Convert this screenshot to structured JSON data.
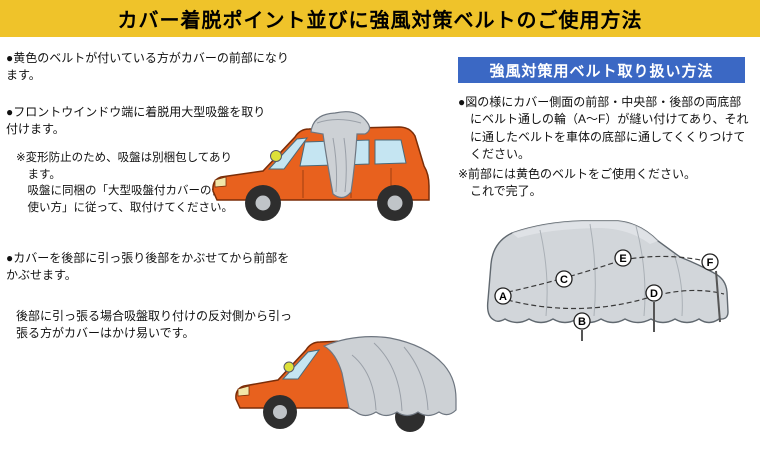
{
  "title": "カバー着脱ポイント並びに強風対策ベルトのご使用方法",
  "left": {
    "point_front": "●黄色のベルトが付いている方がカバーの前部になり\nます。",
    "point_suction": "●フロントウインドウ端に着脱用大型吸盤を取り\n付けます。",
    "note_suction": "※変形防止のため、吸盤は別梱包してあり\n　ます。\n　吸盤に同梱の「大型吸盤付カバーの便利な\n　使い方」に従って、取付けてください。",
    "point_rear": "●カバーを後部に引っ張り後部をかぶせてから前部を\nかぶせます。",
    "tip_rear": "後部に引っ張る場合吸盤取り付けの反対側から引っ\n張る方がカバーはかけ易いです。"
  },
  "right": {
    "header": "強風対策用ベルト取り扱い方法",
    "point_belt": "●図の様にカバー側面の前部・中央部・後部の両底部\n　にベルト通しの輪（A～F）が縫い付けてあり、それ\n　に通したベルトを車体の底部に通してくくりつけて\n　ください。",
    "note_belt": "※前部には黄色のベルトをご使用ください。\n　これで完了。"
  },
  "belt_labels": [
    "A",
    "B",
    "C",
    "D",
    "E",
    "F"
  ],
  "colors": {
    "title_bg": "#EFC32A",
    "section_header_bg": "#3B68C4",
    "car_body_orange": "#E8611E",
    "cover_gray": "#CDD1D5",
    "window_blue": "#C5E5F2",
    "suction_cup_yellow": "#DDE03A"
  }
}
